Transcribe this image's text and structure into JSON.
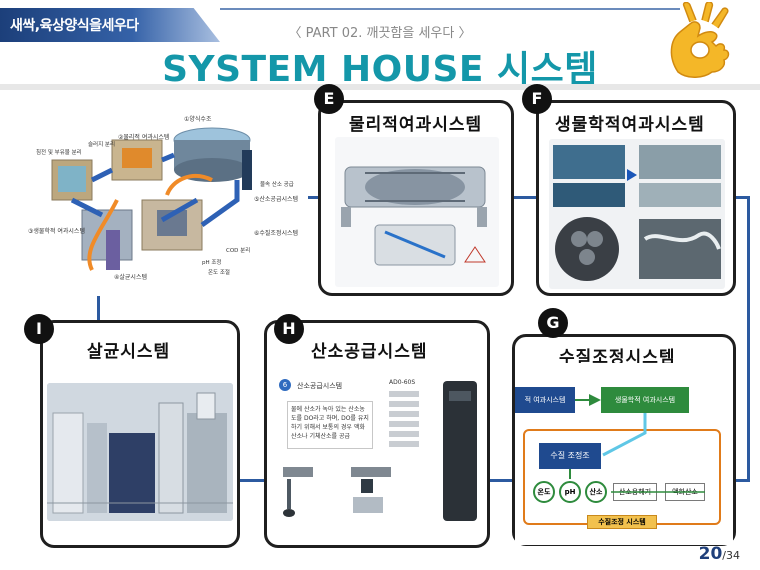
{
  "header": {
    "brand": "새싹,육상양식을세우다",
    "subtitle": "〈 PART 02. 깨끗함을 세우다 〉",
    "title": "SYSTEM HOUSE 시스템"
  },
  "overview": {
    "labels": [
      "①양식수조",
      "②물리적 여과시스템",
      "③생물학적 여과시스템",
      "④살균시스템",
      "⑤산소공급시스템",
      "⑥수질조정시스템"
    ],
    "notes": [
      "물속 산소 공급",
      "COD 분리",
      "pH 조정",
      "온도 조절",
      "슬러지 분리",
      "침전 및 부유물 분리"
    ]
  },
  "panels": {
    "E": {
      "badge": "E",
      "title": "물리적여과시스템"
    },
    "F": {
      "badge": "F",
      "title": "생물학적여과시스템"
    },
    "I": {
      "badge": "I",
      "title": "살균시스템"
    },
    "H": {
      "badge": "H",
      "title": "산소공급시스템",
      "inner_heading": "산소공급시스템",
      "desc": "물에 산소가 녹아 있는 산소농도를 DO라고 하며, DO를 유지하기 위해서 보통의 경우 액화산소나 기체산소를 공급",
      "model": "AD0-60S"
    },
    "G": {
      "badge": "G",
      "title": "수질조정시스템",
      "box_physical": "적 여과시스템",
      "box_bio": "생물학적 여과시스템",
      "box_adjust": "수질 조정조",
      "sensors": [
        "온도",
        "pH",
        "산소"
      ],
      "box_dissolver": "산소용해기",
      "box_liquid_o2": "액화산소",
      "footer": "수질조정 시스템"
    }
  },
  "page": {
    "current": "20",
    "total": "/34"
  },
  "colors": {
    "accent": "#1497a9",
    "navy": "#1f3f7a",
    "connector": "#2c5aa0",
    "green": "#2e8b3d",
    "orange": "#e07b1a"
  }
}
